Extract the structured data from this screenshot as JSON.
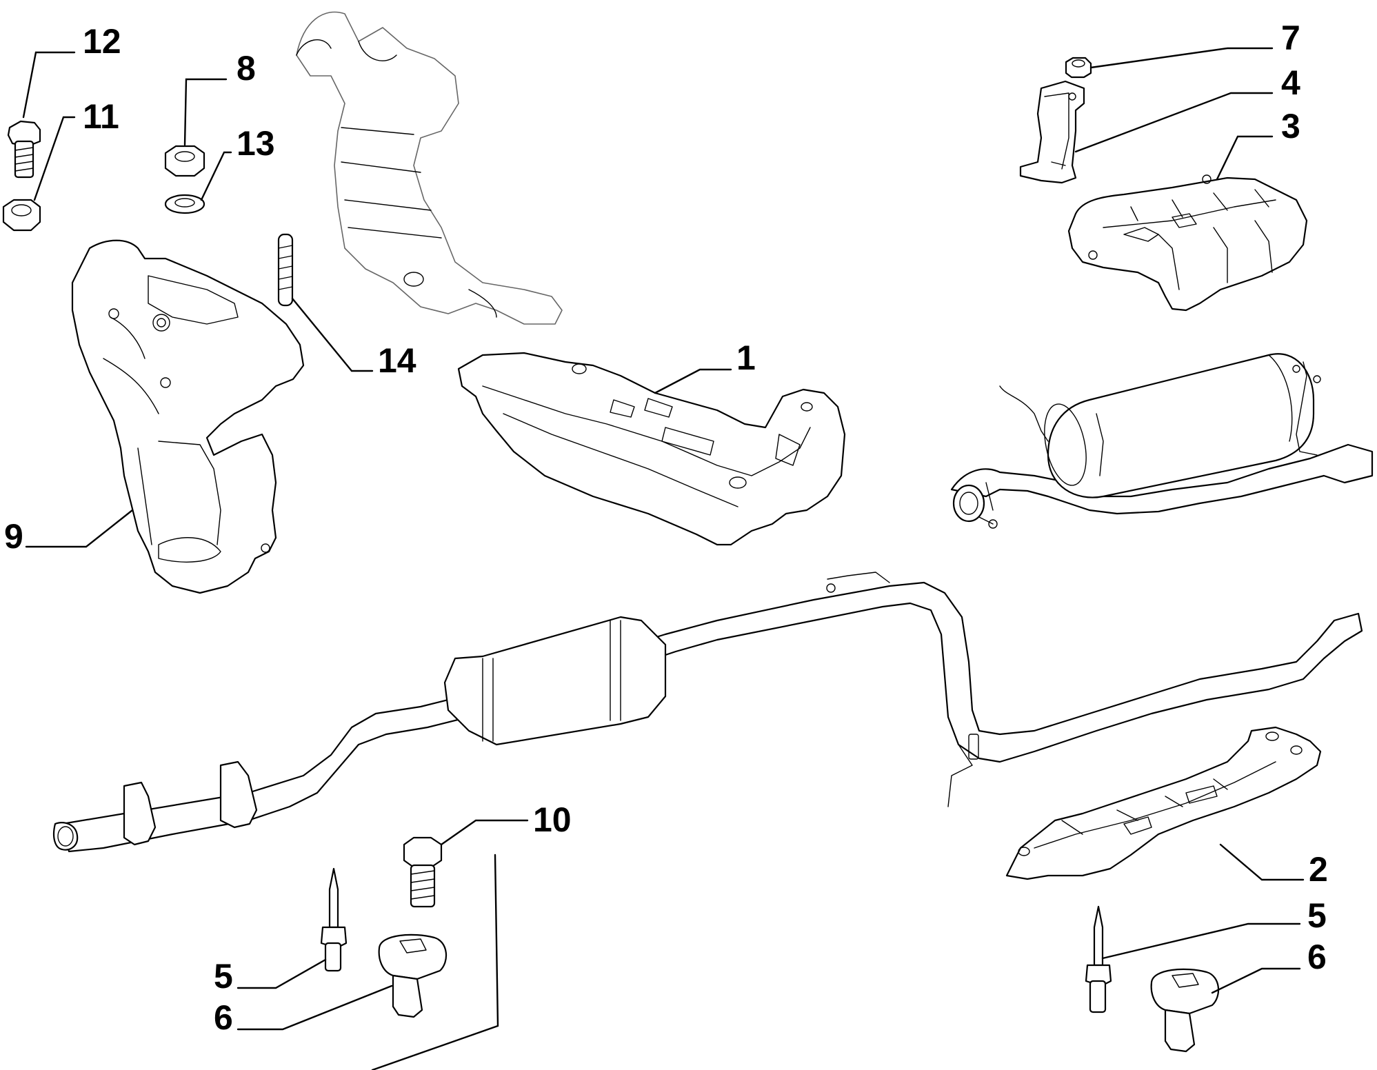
{
  "diagram": {
    "type": "exploded-parts-diagram",
    "callouts": [
      {
        "id": "c1",
        "label": "1"
      },
      {
        "id": "c2",
        "label": "2"
      },
      {
        "id": "c3",
        "label": "3"
      },
      {
        "id": "c4",
        "label": "4"
      },
      {
        "id": "c5a",
        "label": "5"
      },
      {
        "id": "c5b",
        "label": "5"
      },
      {
        "id": "c6a",
        "label": "6"
      },
      {
        "id": "c6b",
        "label": "6"
      },
      {
        "id": "c7",
        "label": "7"
      },
      {
        "id": "c8",
        "label": "8"
      },
      {
        "id": "c9",
        "label": "9"
      },
      {
        "id": "c10",
        "label": "10"
      },
      {
        "id": "c11",
        "label": "11"
      },
      {
        "id": "c12",
        "label": "12"
      },
      {
        "id": "c13",
        "label": "13"
      },
      {
        "id": "c14",
        "label": "14"
      }
    ],
    "icons": {
      "manifold": "exhaust-manifold-catalyst",
      "heat_shield": "heat-shield",
      "muffler": "rear-muffler",
      "pipe": "exhaust-pipe",
      "fasteners": "bolt-nut-rivet"
    },
    "colors": {
      "line": "#000000",
      "background": "#ffffff",
      "ghost_part": "#666666"
    }
  }
}
